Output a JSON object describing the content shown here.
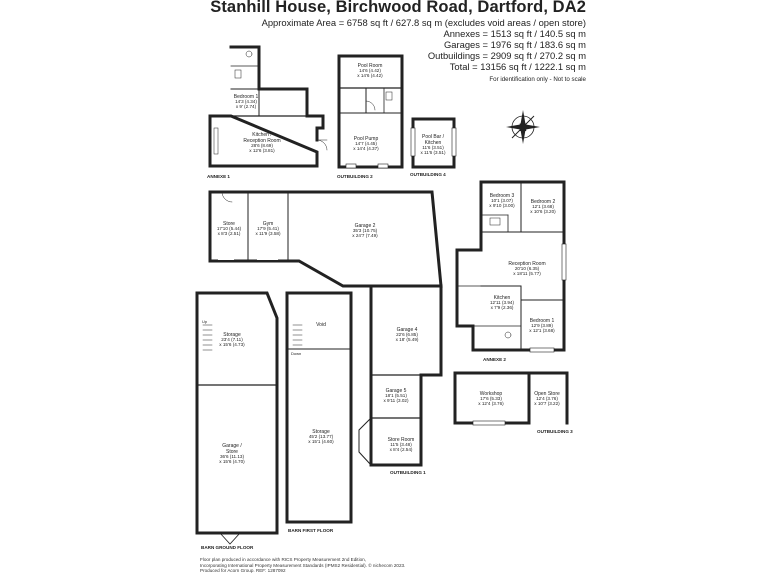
{
  "header": {
    "title": "Stanhill House, Birchwood Road, Dartford, DA2",
    "approx_area": "Approximate Area = 6758 sq ft / 627.8 sq m (excludes void areas / open store)",
    "annexes": "Annexes = 1513 sq ft / 140.5 sq m",
    "garages": "Garages = 1976 sq ft / 183.6 sq m",
    "outbuildings": "Outbuildings = 2909 sq ft / 270.2 sq m",
    "total": "Total = 13156 sq ft / 1222.1 sq m",
    "note": "For identification only - Not to scale"
  },
  "compass": {
    "letter": "N"
  },
  "rooms": {
    "annexe1_bedroom": {
      "name": "Bedroom 1",
      "l1": "14'3 (4.34)",
      "l2": "x 9' (2.74)"
    },
    "annexe1_kitchen": {
      "name": "Kitchen /",
      "name2": "Reception Room",
      "l1": "28'6 (8.69)",
      "l2": "x 12'6 (3.81)"
    },
    "pool_room": {
      "name": "Pool Room",
      "l1": "14'6 (4.42)",
      "l2": "x 14'6 (4.42)"
    },
    "pool_pump": {
      "name": "Pool Pump",
      "l1": "14'7 (4.45)",
      "l2": "x 14'4 (4.37)"
    },
    "pool_bar": {
      "name": "Pool Bar /",
      "name2": "Kitchen",
      "l1": "11'6 (3.51)",
      "l2": "x 11'6 (3.51)"
    },
    "store": {
      "name": "Store",
      "l1": "17'10 (5.44)",
      "l2": "x 8'3 (2.51)"
    },
    "gym": {
      "name": "Gym",
      "l1": "17'9 (5.41)",
      "l2": "x 11'9 (3.58)"
    },
    "garage2": {
      "name": "Garage 2",
      "l1": "35'3 (10.75)",
      "l2": "x 24'7 (7.49)"
    },
    "bedroom3": {
      "name": "Bedroom 3",
      "l1": "10'1 (3.07)",
      "l2": "x 9'10 (3.00)"
    },
    "bedroom2": {
      "name": "Bedroom 2",
      "l1": "12'1 (3.68)",
      "l2": "x 10'6 (3.20)"
    },
    "reception": {
      "name": "Reception Room",
      "l1": "20'10 (6.35)",
      "l2": "x 18'11 (5.77)"
    },
    "kitchen_annexe2": {
      "name": "Kitchen",
      "l1": "12'11 (3.94)",
      "l2": "x 7'9 (2.36)"
    },
    "bedroom1_annexe2": {
      "name": "Bedroom 1",
      "l1": "12'9 (3.89)",
      "l2": "x 12'1 (3.68)"
    },
    "barn_storage": {
      "name": "Storage",
      "l1": "23'4 (7.11)",
      "l2": "x 15'6 (4.73)"
    },
    "garage_store": {
      "name": "Garage /",
      "name2": "Store",
      "l1": "36'6 (11.13)",
      "l2": "x 15'6 (4.70)"
    },
    "void": {
      "name": "Void"
    },
    "first_storage": {
      "name": "Storage",
      "l1": "45'2 (13.77)",
      "l2": "x 15'1 (4.60)"
    },
    "garage4": {
      "name": "Garage 4",
      "l1": "22'6 (6.85)",
      "l2": "x 18' (5.49)"
    },
    "garage5": {
      "name": "Garage 5",
      "l1": "18'1 (5.51)",
      "l2": "x 9'11 (3.02)"
    },
    "store_room": {
      "name": "Store Room",
      "l1": "11'5 (3.48)",
      "l2": "x 8'4 (2.54)"
    },
    "workshop": {
      "name": "Workshop",
      "l1": "17'6 (5.33)",
      "l2": "x 12'4 (3.76)"
    },
    "open_store": {
      "name": "Open Store",
      "l1": "12'4 (3.76)",
      "l2": "x 10'7 (3.22)"
    }
  },
  "marks": {
    "up": "Up",
    "down": "Down"
  },
  "building_labels": {
    "annexe1": "ANNEXE 1",
    "outbuilding2": "OUTBUILDING 2",
    "outbuilding4": "OUTBUILDING 4",
    "annexe2": "ANNEXE 2",
    "outbuilding3": "OUTBUILDING 3",
    "outbuilding1": "OUTBUILDING 1",
    "barn_ground": "BARN GROUND FLOOR",
    "barn_first": "BARN FIRST FLOOR"
  },
  "footer": {
    "line1": "Floor plan produced in accordance with RICS Property Measurement 2nd Edition,",
    "line2": "Incorporating International Property Measurement Standards (IPMS2 Residential). © nichecom 2023.",
    "line3": "Produced for Acorn Group.  REF: 1287092"
  }
}
